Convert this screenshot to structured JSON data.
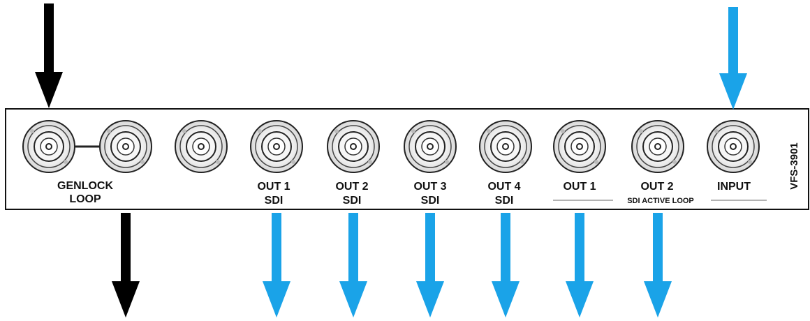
{
  "panel": {
    "model": "VFS-3901",
    "labels": {
      "genlock": "GENLOCK",
      "loop": "LOOP",
      "out1_sdi_top": "OUT 1",
      "out1_sdi_bottom": "SDI",
      "out2_sdi_top": "OUT 2",
      "out2_sdi_bottom": "SDI",
      "out3_sdi_top": "OUT 3",
      "out3_sdi_bottom": "SDI",
      "out4_sdi_top": "OUT 4",
      "out4_sdi_bottom": "SDI",
      "active_out1": "OUT 1",
      "active_out2": "OUT 2",
      "input": "INPUT",
      "active_loop_caption": "SDI ACTIVE LOOP"
    }
  },
  "connectors": [
    {
      "id": "genlock-a"
    },
    {
      "id": "genlock-b"
    },
    {
      "id": "unlabeled"
    },
    {
      "id": "out1-sdi"
    },
    {
      "id": "out2-sdi"
    },
    {
      "id": "out3-sdi"
    },
    {
      "id": "out4-sdi"
    },
    {
      "id": "active-out1"
    },
    {
      "id": "active-out2"
    },
    {
      "id": "input"
    }
  ],
  "arrows": {
    "genlock_in": {
      "color": "#000000",
      "direction": "down"
    },
    "genlock_out": {
      "color": "#000000",
      "direction": "down"
    },
    "sdi_in": {
      "color": "#1aa3e8",
      "direction": "down"
    },
    "sdi_outs": {
      "color": "#1aa3e8",
      "direction": "down",
      "count": 6
    }
  }
}
